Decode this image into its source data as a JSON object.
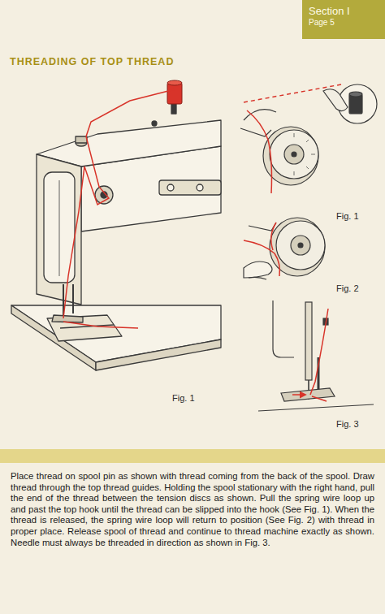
{
  "diagram": {
    "title": "THREADING OF TOP THREAD",
    "nodes": [
      {
        "text": [
          "Section I",
          "Page 5"
        ]
      },
      {
        "text": [
          "Place thread on spool pin as shown with thread coming from the back of the spool. Draw thread through the top thread guides. Holding the spool stationary with the right hand, pull the end of the thread between the tension discs as shown. Pull the spring wire loop up and past the top hook until the thread can be slipped into the hook (See Fig. 1). When the thread is released, the spring wire loop will return to position (See Fig. 2) with thread in proper place. Release spool of thread and continue to thread machine exactly as shown. Needle must always be threaded in direction as shown in Fig. 3."
        ]
      }
    ],
    "labels": [
      "Fig. 1",
      "Fig. 1",
      "Fig. 2",
      "Fig. 3"
    ]
  }
}
